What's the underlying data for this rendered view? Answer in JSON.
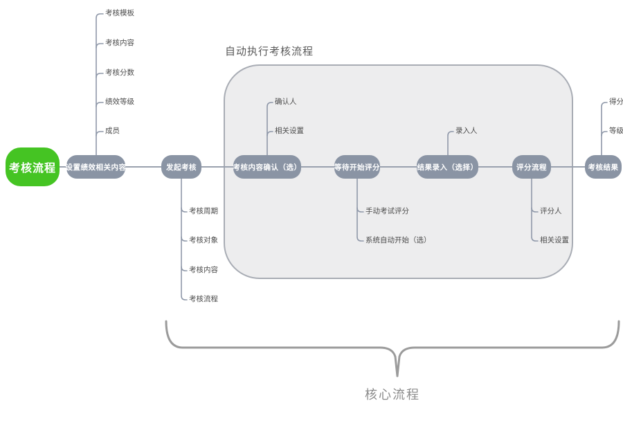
{
  "colors": {
    "root_green": "#45C423",
    "node_gray": "#8A94A4",
    "line": "#929BAB",
    "container_fill": "#EDEDEE",
    "container_border": "#A8ACB4",
    "brace": "#9B9B9B"
  },
  "container_title": "自动执行考核流程",
  "brace_label": "核心流程",
  "nodes": {
    "root": "考核流程",
    "setup": "设置绩效相关内容",
    "launch": "发起考核",
    "confirm": "考核内容确认（选）",
    "wait": "等待开始评分",
    "entry": "结果录入（选择）",
    "scoring": "评分流程",
    "result": "考核结果"
  },
  "branches": {
    "setup": [
      "考核模板",
      "考核内容",
      "考核分数",
      "绩效等级",
      "成员"
    ],
    "launch": [
      "考核周期",
      "考核对象",
      "考核内容",
      "考核流程"
    ],
    "confirm": [
      "确认人",
      "相关设置"
    ],
    "wait": [
      "手动考试评分",
      "系统自动开始（选）"
    ],
    "entry": [
      "录入人"
    ],
    "scoring": [
      "评分人",
      "相关设置"
    ],
    "result": [
      "得分",
      "等级"
    ]
  }
}
